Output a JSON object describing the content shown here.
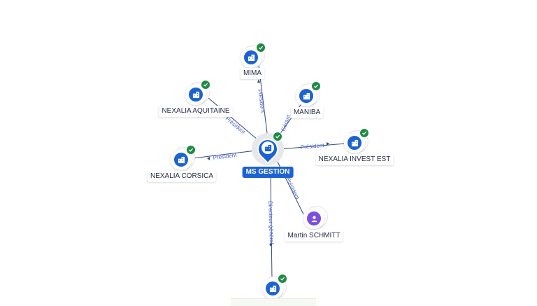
{
  "center": {
    "label": "MS GESTION",
    "icon": "building-icon",
    "verified": true
  },
  "nodes": [
    {
      "id": "mima",
      "label": "MIMA",
      "type": "company",
      "icon": "building-icon",
      "verified": true,
      "relation": "Président"
    },
    {
      "id": "nexalia-aquitaine",
      "label": "NEXALIA AQUITAINE",
      "type": "company",
      "icon": "building-icon",
      "verified": true,
      "relation": "Président"
    },
    {
      "id": "maniba",
      "label": "MANIBA",
      "type": "company",
      "icon": "building-icon",
      "verified": true,
      "relation": "Gérant"
    },
    {
      "id": "nexalia-invest-est",
      "label": "NEXALIA INVEST EST",
      "type": "company",
      "icon": "building-icon",
      "verified": true,
      "relation": "Président"
    },
    {
      "id": "nexalia-corsica",
      "label": "NEXALIA CORSICA",
      "type": "company",
      "icon": "building-icon",
      "verified": true,
      "relation": "Président"
    },
    {
      "id": "martin-schmitt",
      "label": "Martin SCHMITT",
      "type": "person",
      "icon": "person-icon",
      "verified": false,
      "relation": "Président"
    },
    {
      "id": "bottom-company",
      "label": "",
      "type": "company",
      "icon": "building-icon",
      "verified": true,
      "relation": "Directeur général"
    }
  ],
  "colors": {
    "brand": "#1b63d3",
    "verified": "#1f8a45",
    "person": "#7b4fe0",
    "edge": "#2e4a7a",
    "edge_label": "#4a63d8"
  }
}
